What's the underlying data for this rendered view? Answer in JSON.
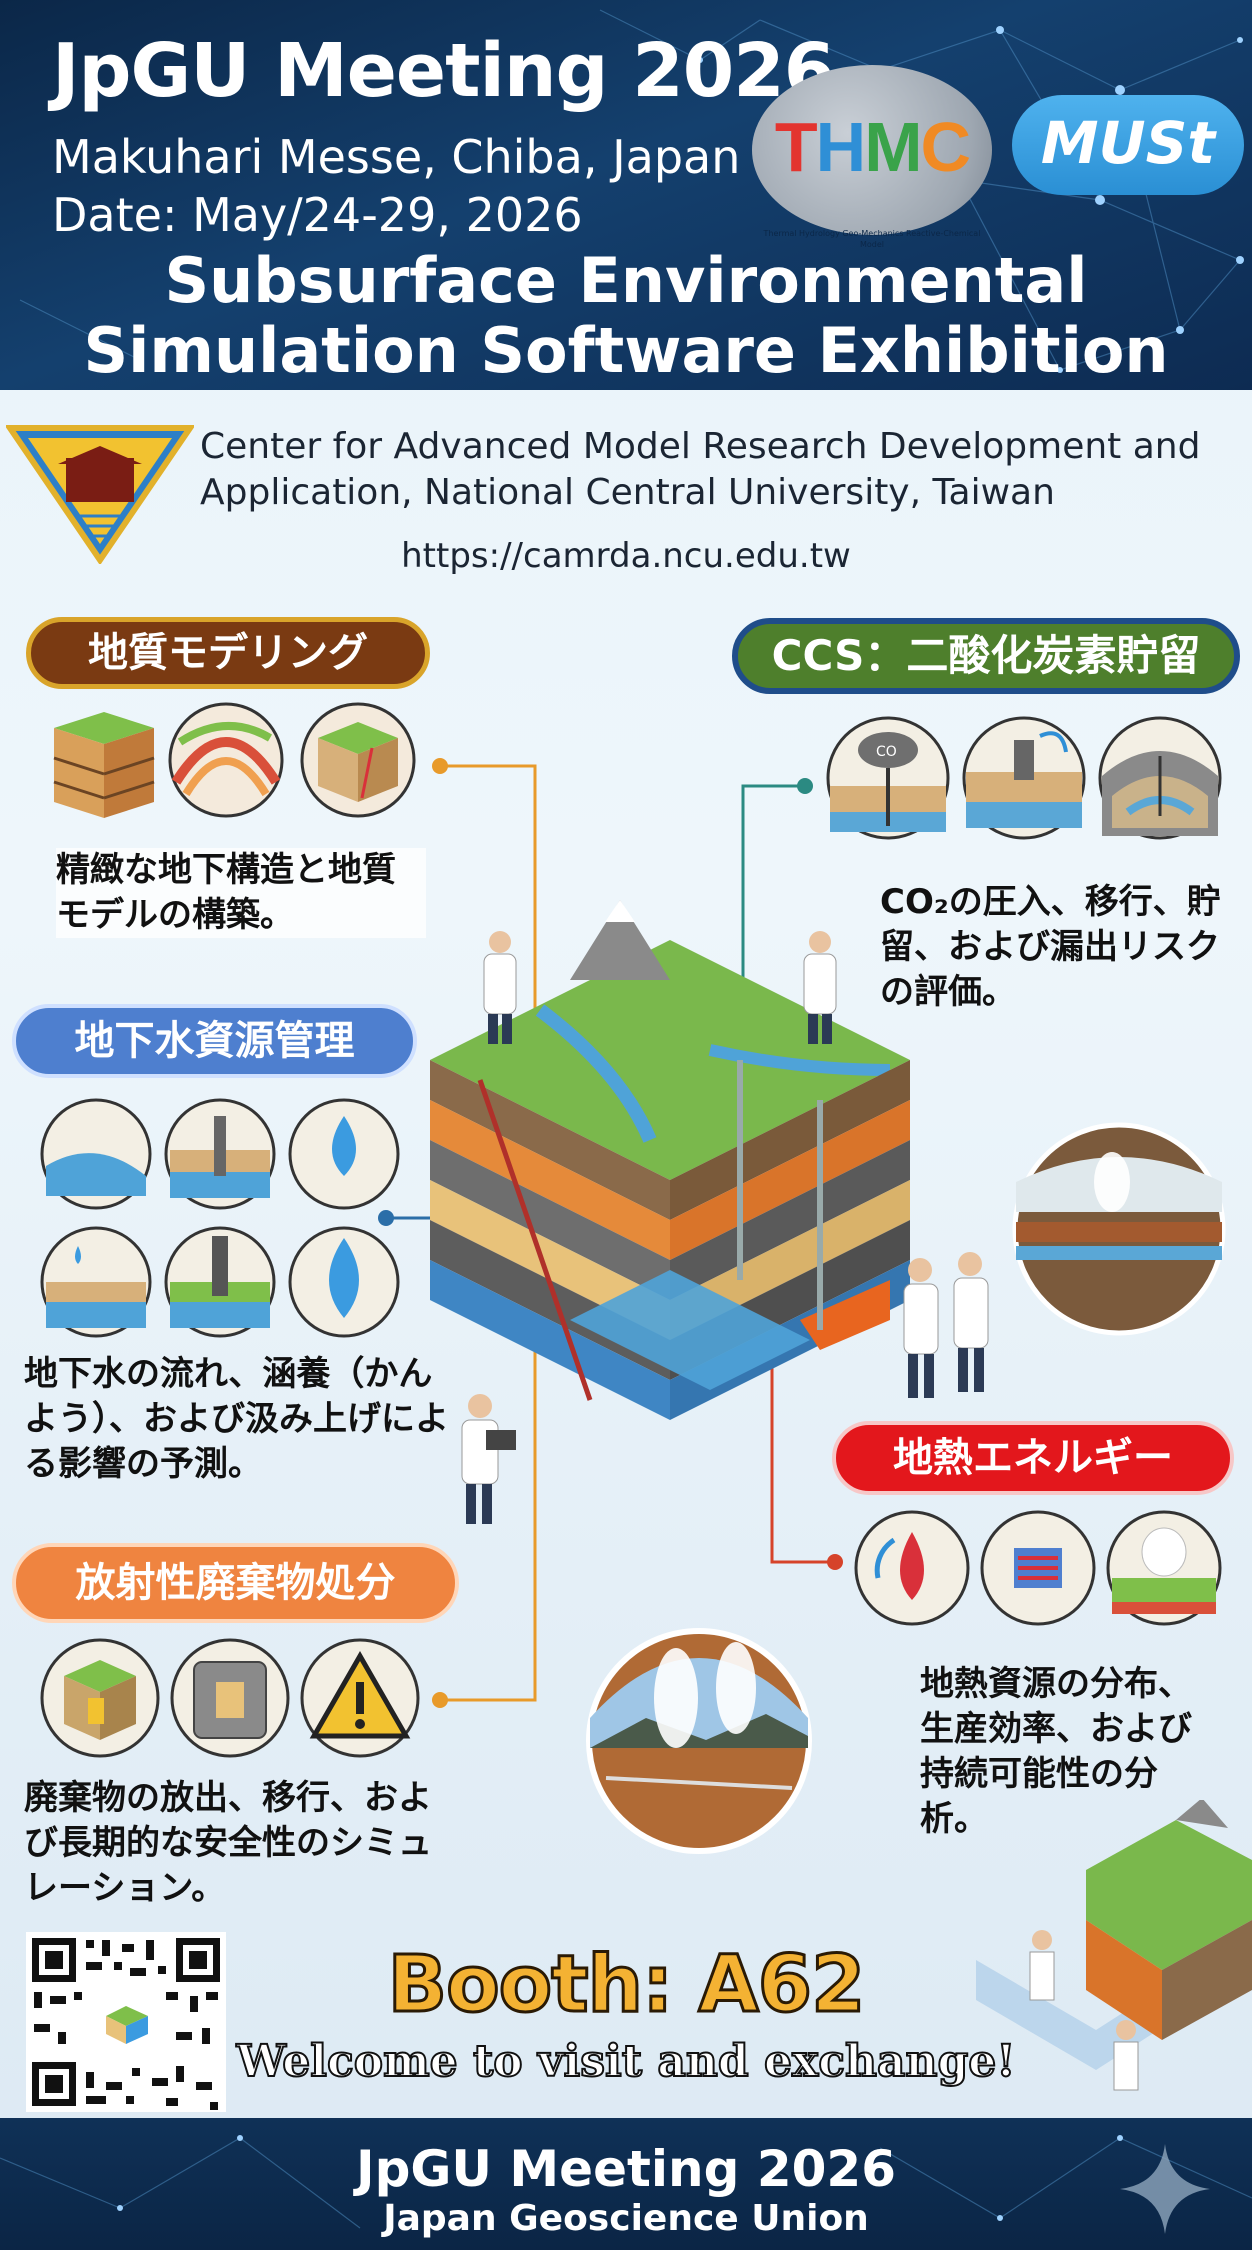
{
  "header": {
    "title": "JpGU Meeting 2026",
    "venue": "Makuhari Messe, Chiba, Japan",
    "date": "Date: May/24-29, 2026",
    "exhibition_title": "Subsurface Environmental Simulation Software Exhibition",
    "logo_thmc": "THMC",
    "logo_thmc_sub": "Thermal Hydrology Geo-Mechanics Reactive-Chemical Model",
    "logo_must": "MUSt"
  },
  "organization": {
    "name": "Center for Advanced Model Research Development and Application, National Central University, Taiwan",
    "url": "https://camrda.ncu.edu.tw"
  },
  "sections": {
    "geology": {
      "title": "地質モデリング",
      "description": "精緻な地下構造と地質モデルの構築。"
    },
    "ccs": {
      "title": "CCS：二酸化炭素貯留",
      "description": "CO₂の圧入、移行、貯留、および漏出リスクの評価。"
    },
    "groundwater": {
      "title": "地下水資源管理",
      "description": "地下水の流れ、涵養（かんよう）、および汲み上げによる影響の予測。"
    },
    "geothermal": {
      "title": "地熱エネルギー",
      "description": "地熱資源の分布、生産効率、および持続可能性の分析。"
    },
    "radioactive": {
      "title": "放射性廃棄物処分",
      "description": "廃棄物の放出、移行、および長期的な安全性のシミュレーション。"
    }
  },
  "booth": {
    "label": "Booth: A62",
    "welcome": "Welcome to visit and exchange!"
  },
  "footer": {
    "title": "JpGU Meeting 2026",
    "subtitle": "Japan Geoscience Union"
  },
  "colors": {
    "header_bg": "#0f3157",
    "geology_pill": "#7a3a12",
    "ccs_pill": "#4e7f2c",
    "groundwater_pill": "#4e7fcf",
    "geothermal_pill": "#e3171c",
    "radioactive_pill": "#ef8440",
    "booth_text": "#f4b233"
  },
  "icons": [
    "network-background",
    "thmc-logo",
    "must-logo",
    "ncu-emblem",
    "geology-block-icons",
    "ccs-icons",
    "groundwater-icons",
    "geothermal-icons",
    "radioactive-waste-icons",
    "subsurface-cross-section",
    "scientist-figures",
    "qr-code",
    "sparkle-icon"
  ]
}
